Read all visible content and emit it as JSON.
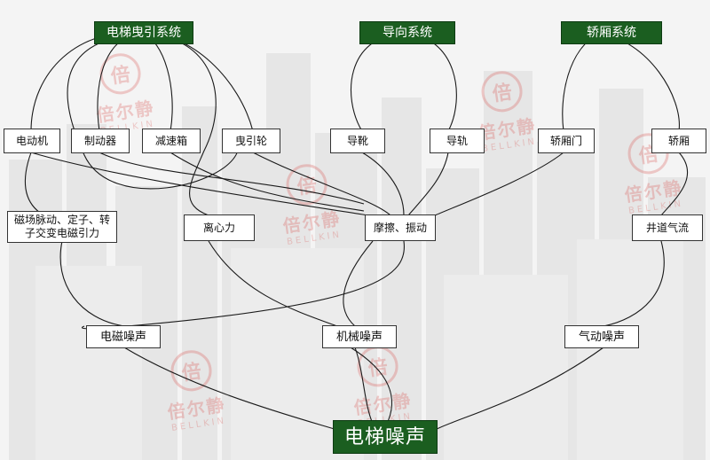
{
  "headers": {
    "traction": "电梯曳引系统",
    "guide": "导向系统",
    "car_system": "轿厢系统"
  },
  "components": {
    "motor": "电动机",
    "brake": "制动器",
    "gearbox": "减速箱",
    "sheave": "曳引轮",
    "guide_shoe": "导靴",
    "guide_rail": "导轨",
    "car_door": "轿厢门",
    "car": "轿厢"
  },
  "causes": {
    "magnetic": "磁场脉动、定子、转\n子交变电磁引力",
    "centrifugal": "离心力",
    "friction": "摩擦、振动",
    "airflow": "井道气流"
  },
  "noise_types": {
    "electromagnetic": "电磁噪声",
    "mechanical": "机械噪声",
    "aerodynamic": "气动噪声"
  },
  "root": "电梯噪声",
  "watermark": {
    "seal": "倍",
    "cn": "倍尔静",
    "en": "BELLKIN"
  },
  "colors": {
    "header_bg": "#1b5e20",
    "watermark": "#d9534f",
    "line": "#1a1a1a"
  }
}
